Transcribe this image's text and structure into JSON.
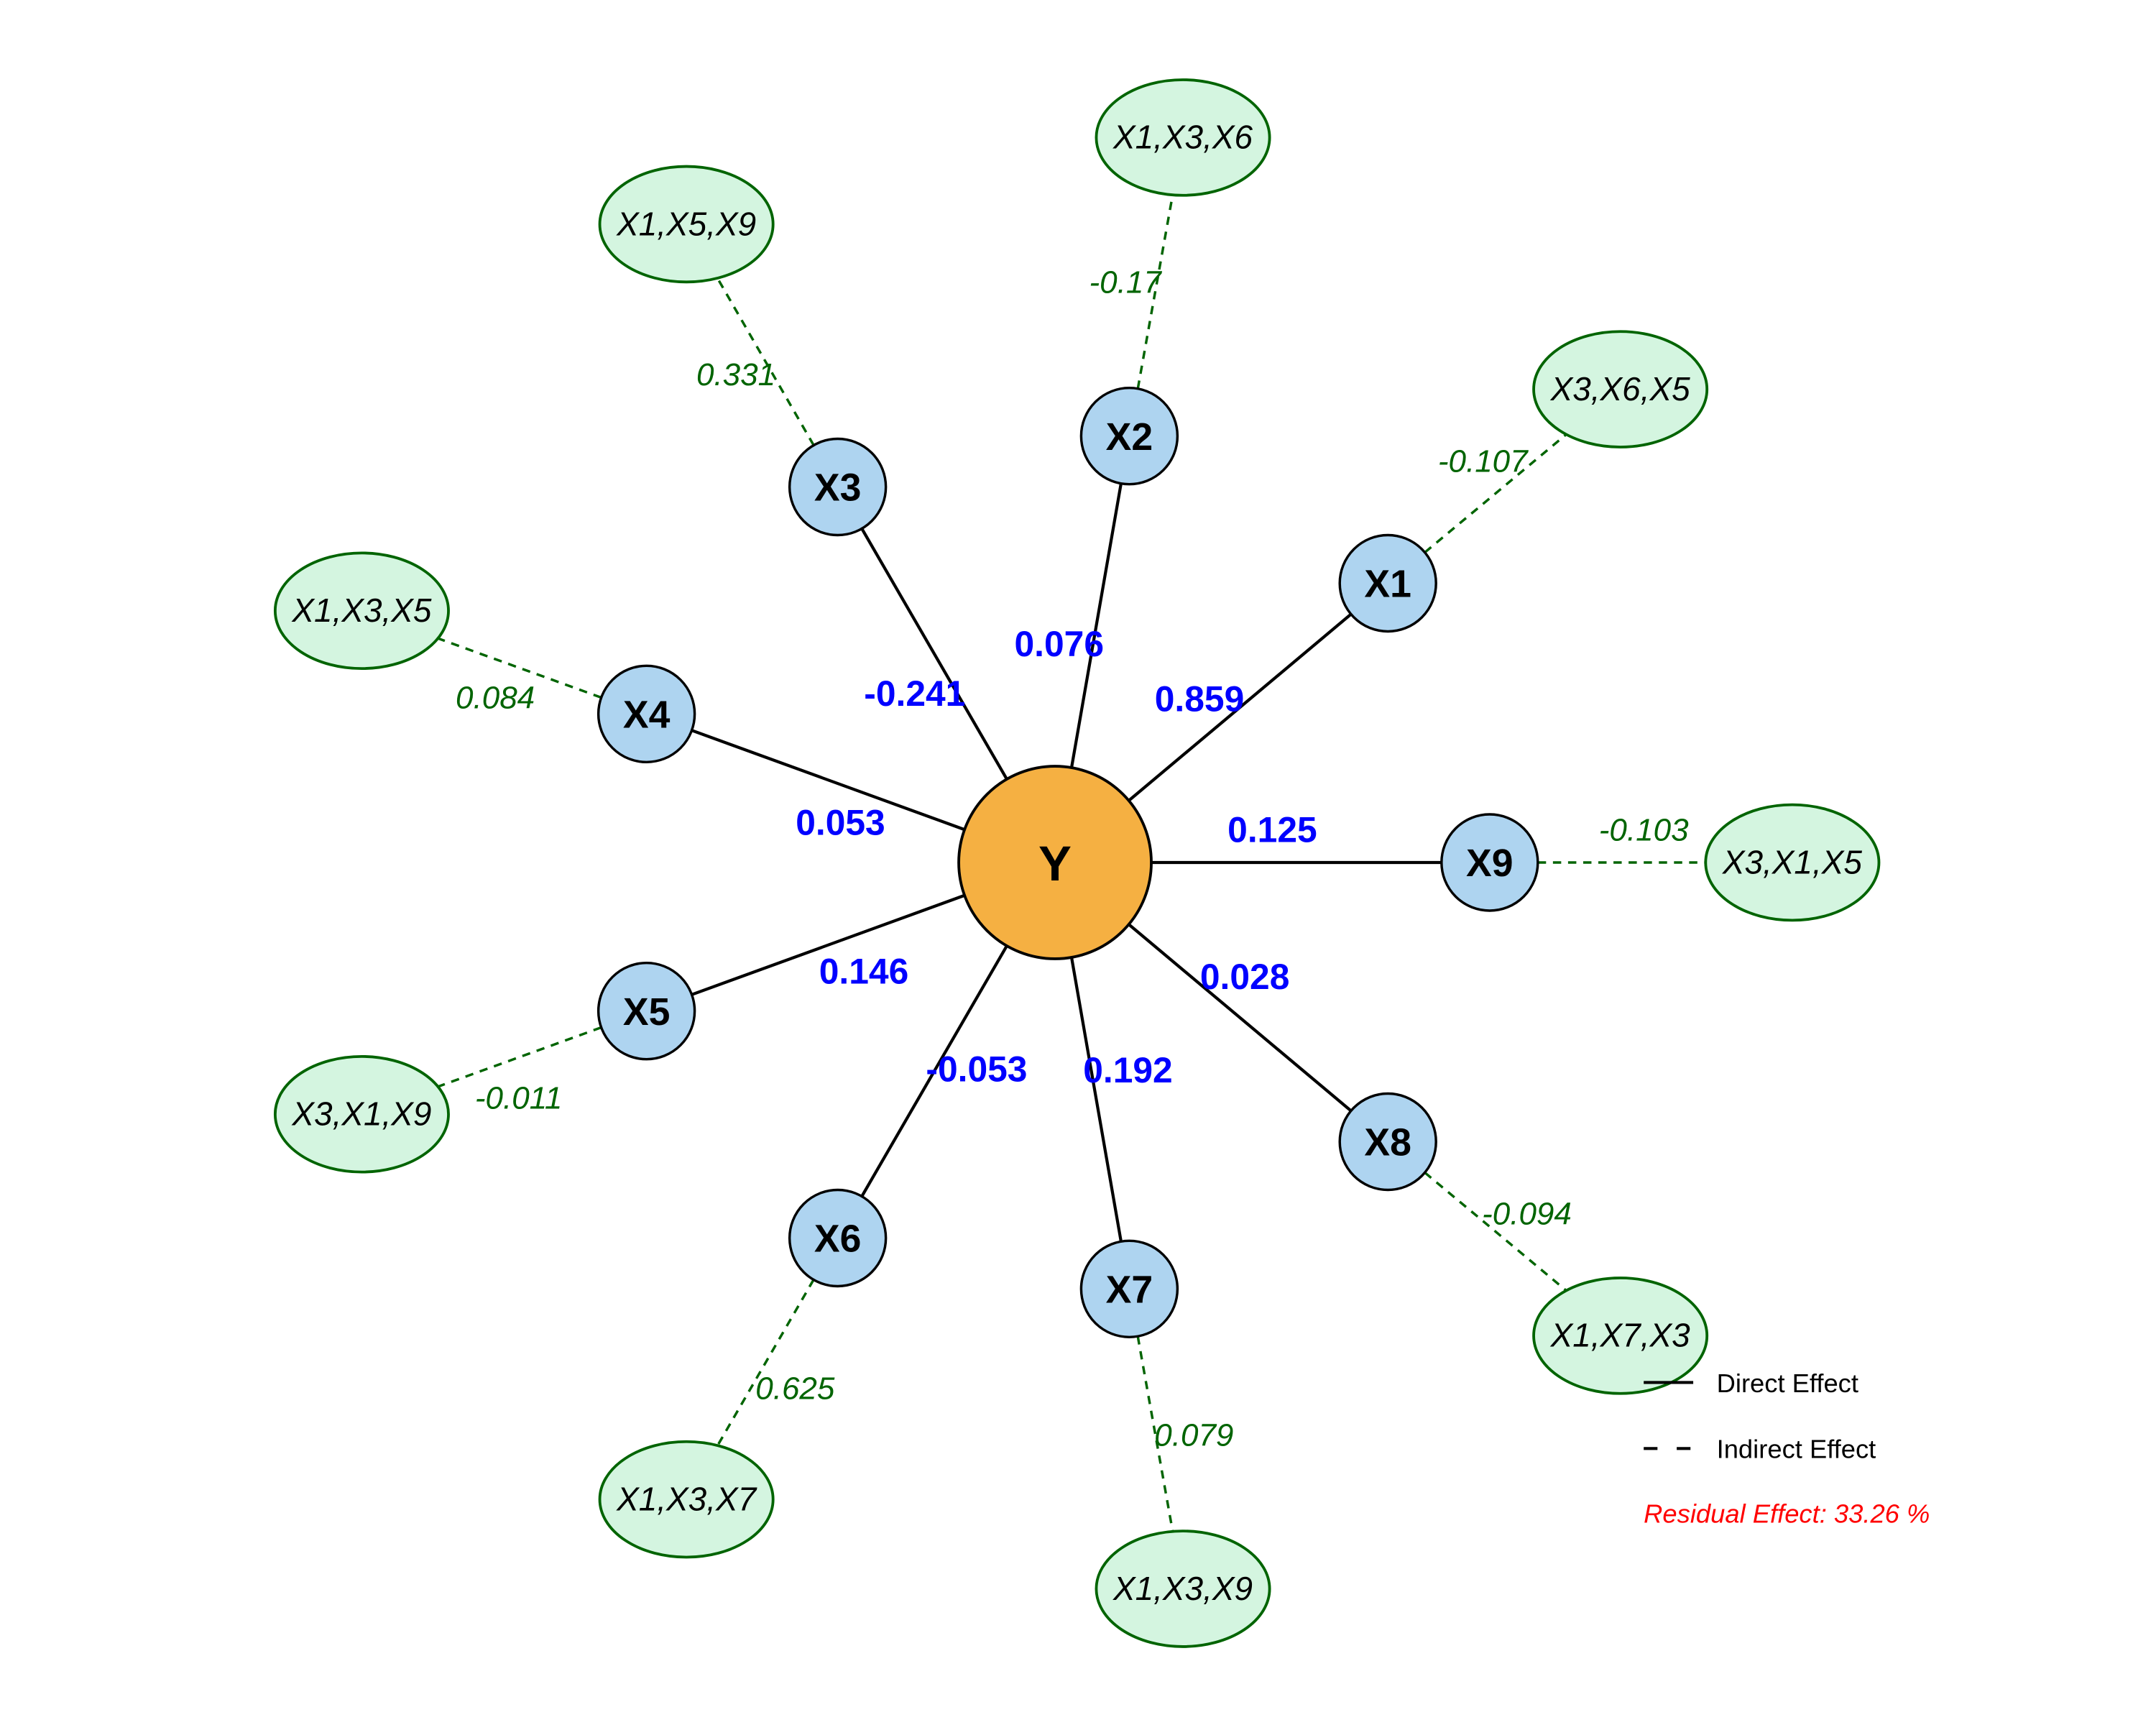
{
  "chart_data": {
    "type": "path-diagram",
    "center": {
      "label": "Y"
    },
    "paths": [
      {
        "node": "X1",
        "direct": "0.859",
        "indirect": "-0.107",
        "via": "X3,X6,X5"
      },
      {
        "node": "X2",
        "direct": "0.076",
        "indirect": "-0.17",
        "via": "X1,X3,X6"
      },
      {
        "node": "X3",
        "direct": "-0.241",
        "indirect": "0.331",
        "via": "X1,X5,X9"
      },
      {
        "node": "X4",
        "direct": "0.053",
        "indirect": "0.084",
        "via": "X1,X3,X5"
      },
      {
        "node": "X5",
        "direct": "0.146",
        "indirect": "-0.011",
        "via": "X3,X1,X9"
      },
      {
        "node": "X6",
        "direct": "-0.053",
        "indirect": "0.625",
        "via": "X1,X3,X7"
      },
      {
        "node": "X7",
        "direct": "0.192",
        "indirect": "0.079",
        "via": "X1,X3,X9"
      },
      {
        "node": "X8",
        "direct": "0.028",
        "indirect": "-0.094",
        "via": "X1,X7,X3"
      },
      {
        "node": "X9",
        "direct": "0.125",
        "indirect": "-0.103",
        "via": "X3,X1,X5"
      }
    ],
    "legend": {
      "direct": "Direct Effect",
      "indirect": "Indirect Effect"
    },
    "residual": "Residual Effect: 33.26 %",
    "colors": {
      "center": "#f5b042",
      "node": "#aed4f0",
      "ellipse": "#d4f5e0",
      "direct_label": "#0000ff",
      "indirect": "#006400",
      "residual": "#ff0000"
    }
  }
}
